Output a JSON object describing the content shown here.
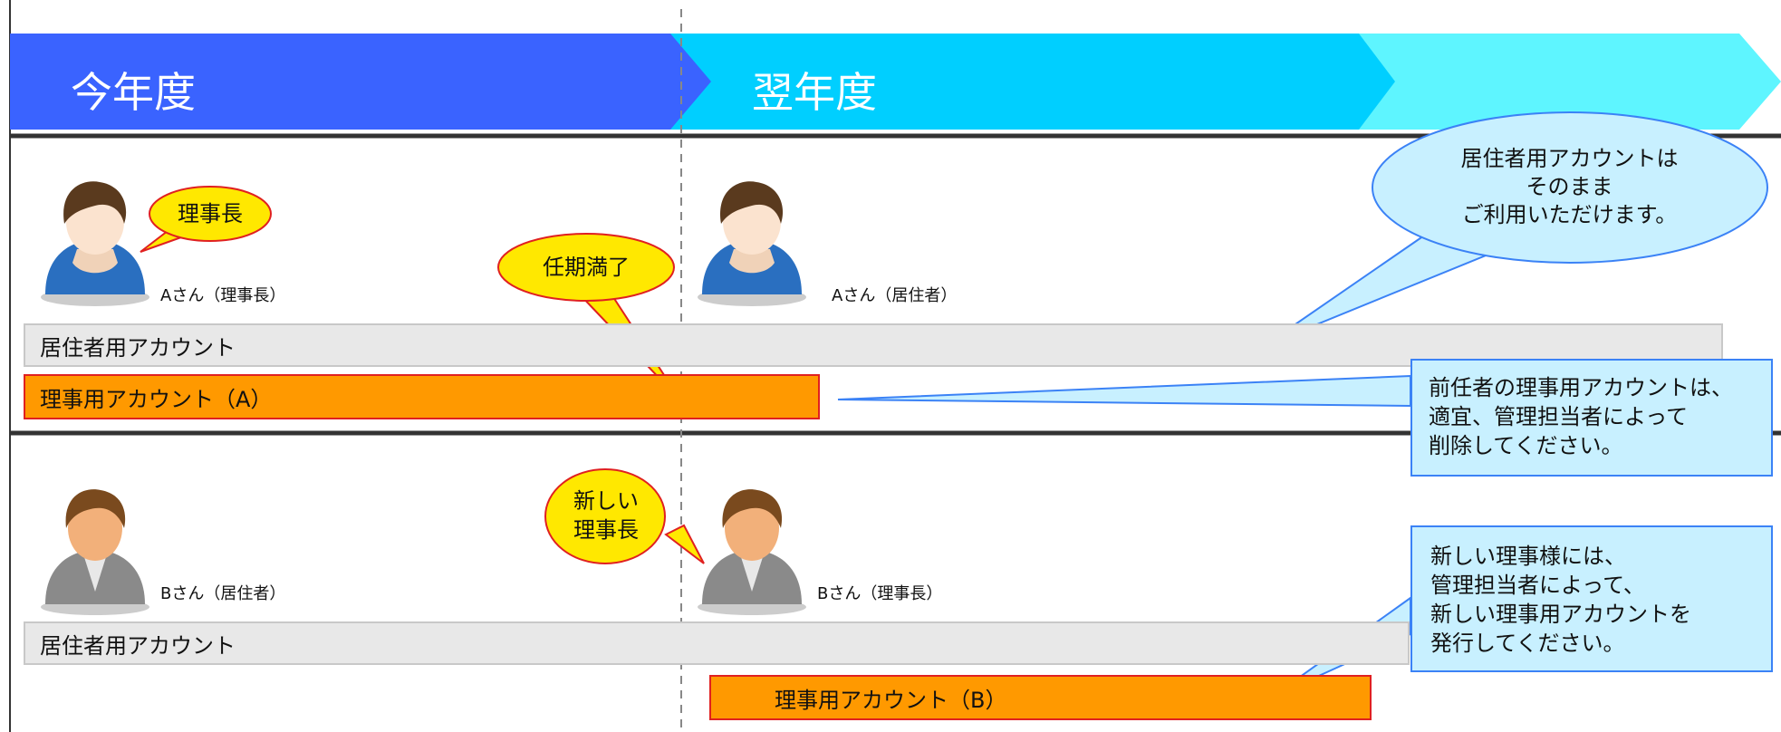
{
  "header": {
    "this_year_label": "今年度",
    "next_year_label": "翌年度",
    "colors": {
      "this_year": "#3a63ff",
      "next_year": "#00cfff",
      "beyond": "#5ef5ff"
    }
  },
  "section_a": {
    "chairman_bubble": "理事長",
    "person_left_caption": "Aさん（理事長）",
    "term_end_bubble": "任期満了",
    "person_right_caption": "Aさん（居住者）",
    "resident_account_bar": "居住者用アカウント",
    "board_account_bar": "理事用アカウント（A）",
    "resident_callout_lines": [
      "居住者用アカウントは",
      "そのまま",
      "ご利用いただけます。"
    ],
    "delete_callout_lines": [
      "前任者の理事用アカウントは、",
      "適宜、管理担当者によって",
      "削除してください。"
    ]
  },
  "section_b": {
    "new_chairman_bubble_lines": [
      "新しい",
      "理事長"
    ],
    "person_left_caption": "Bさん（居住者）",
    "person_right_caption": "Bさん（理事長）",
    "resident_account_bar": "居住者用アカウント",
    "board_account_bar": "理事用アカウント（B）",
    "issue_callout_lines": [
      "新しい理事様には、",
      "管理担当者によって、",
      "新しい理事用アカウントを",
      "発行してください。"
    ]
  }
}
